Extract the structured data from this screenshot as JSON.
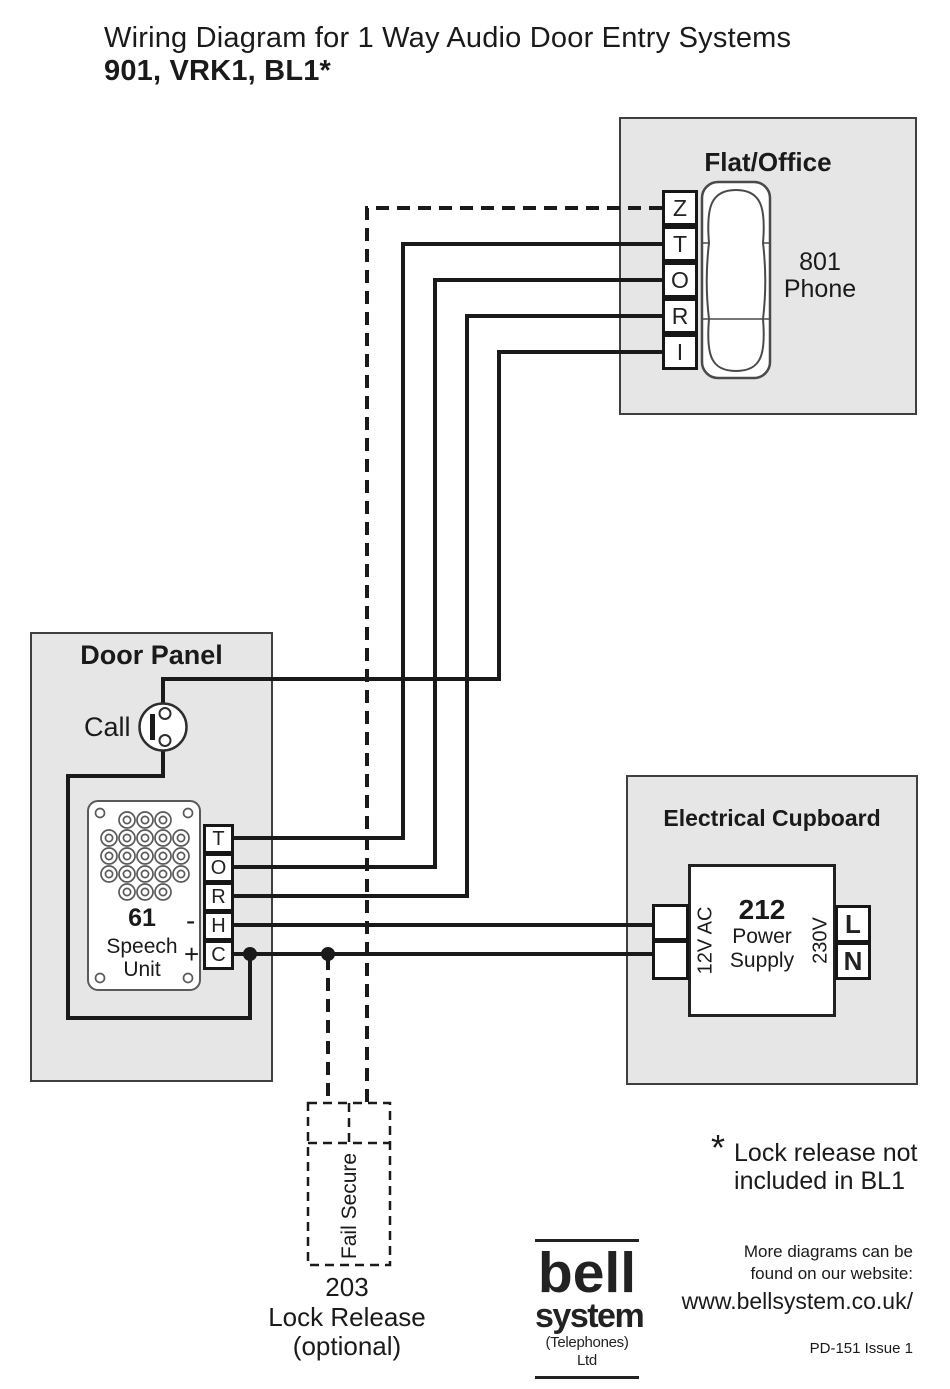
{
  "title": {
    "line1": "Wiring Diagram for 1 Way Audio Door Entry Systems",
    "line2": "901, VRK1, BL1*"
  },
  "flat_office": {
    "title": "Flat/Office",
    "terminals": [
      "Z",
      "T",
      "O",
      "R",
      "I"
    ],
    "phone": {
      "line1": "801",
      "line2": "Phone"
    }
  },
  "door_panel": {
    "title": "Door Panel",
    "call_label": "Call",
    "speech_unit": {
      "model": "61",
      "line1": "Speech",
      "line2": "Unit",
      "minus": "-",
      "plus": "+"
    },
    "terminals": [
      "T",
      "O",
      "R",
      "H",
      "C"
    ]
  },
  "electrical_cupboard": {
    "title": "Electrical Cupboard",
    "power_supply": {
      "model": "212",
      "line1": "Power",
      "line2": "Supply",
      "input_label": "12V AC",
      "output_label": "230V"
    },
    "mains_terminals": [
      "L",
      "N"
    ]
  },
  "lock_release": {
    "mode_label": "Fail Secure",
    "model": "203",
    "name": "Lock Release",
    "note": "(optional)"
  },
  "footnote": {
    "asterisk": "*",
    "line1": "Lock release not",
    "line2": "included in BL1"
  },
  "website": {
    "line1": "More diagrams can be",
    "line2": "found on our website:",
    "url": "www.bellsystem.co.uk/"
  },
  "logo": {
    "name": "bell",
    "name2": "system",
    "suffix": "(Telephones) Ltd"
  },
  "doc_ref": "PD-151 Issue 1",
  "colors": {
    "box_fill": "#e6e6e6",
    "box_border": "#3f3f3f",
    "wire": "#1a1a1a",
    "terminal_border": "#161616"
  }
}
